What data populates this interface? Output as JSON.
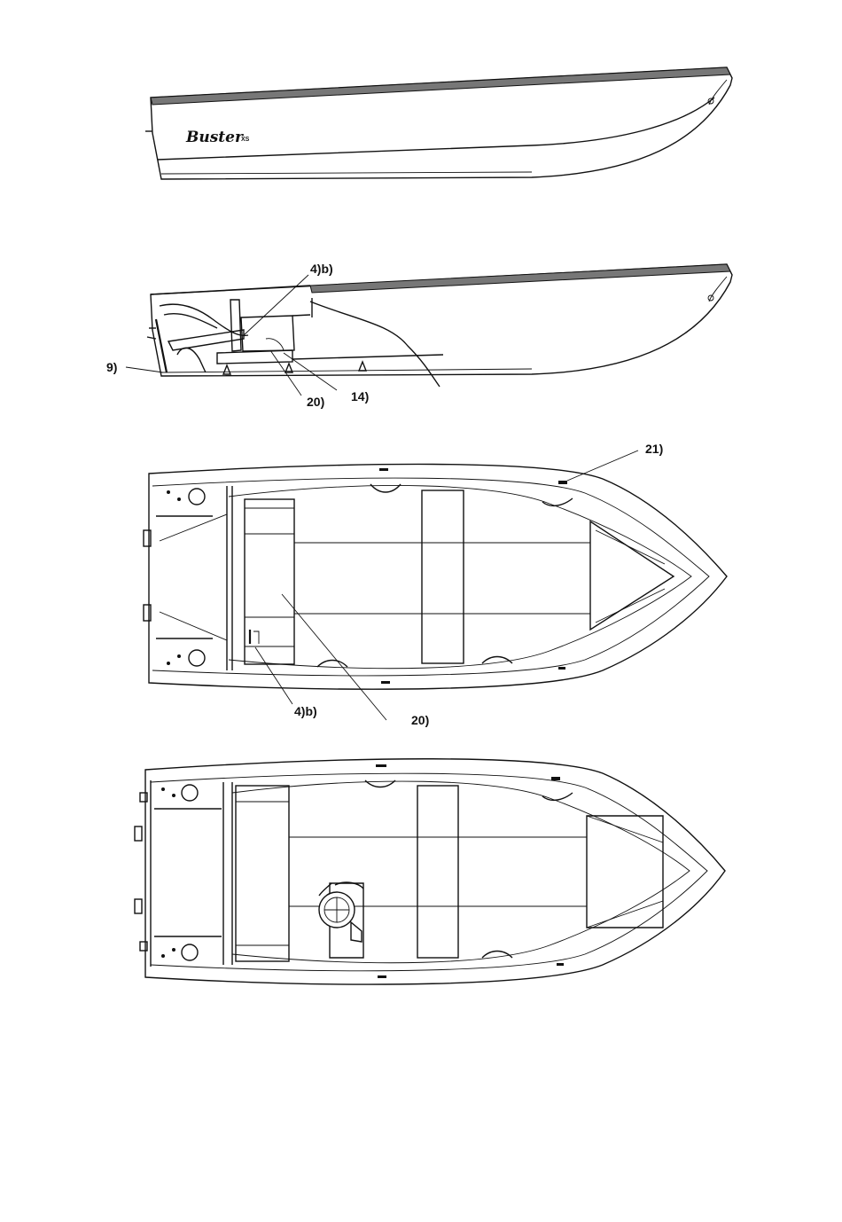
{
  "brand": {
    "logo_text": "Buster",
    "logo_suffix": "XS"
  },
  "callouts": {
    "label_4b_side": "4)b)",
    "label_9": "9)",
    "label_20_side": "20)",
    "label_14": "14)",
    "label_21": "21)",
    "label_4b_top": "4)b)",
    "label_20_top": "20)"
  },
  "views": [
    {
      "name": "side-view-exterior"
    },
    {
      "name": "side-view-cutaway"
    },
    {
      "name": "top-view-tiller"
    },
    {
      "name": "top-view-console"
    }
  ]
}
